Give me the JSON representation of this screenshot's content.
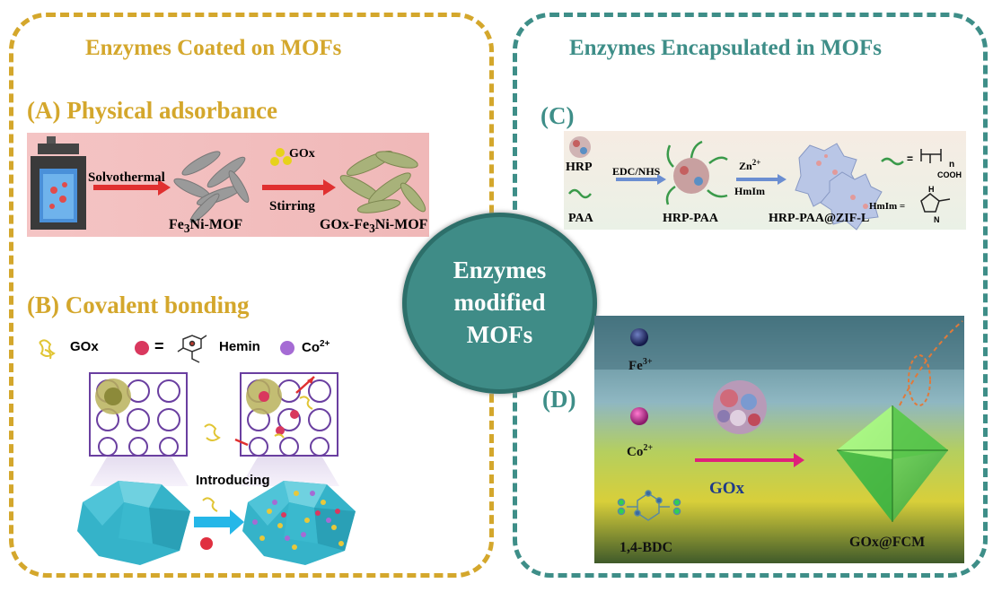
{
  "left_panel": {
    "title": "Enzymes Coated on MOFs",
    "section_a": {
      "title": "(A) Physical adsorbance",
      "step1": "Solvothermal",
      "product1": "Fe",
      "product1_sub": "3",
      "product1_suffix": "Ni-MOF",
      "reagent": "GOx",
      "step2": "Stirring",
      "product2": "GOx-Fe",
      "product2_sub": "3",
      "product2_suffix": "Ni-MOF"
    },
    "section_b": {
      "title": "(B) Covalent bonding",
      "legend_gox": "GOx",
      "legend_equals": "=",
      "legend_hemin": "Hemin",
      "legend_co": "Co",
      "legend_co_sup": "2+",
      "step": "Introducing"
    }
  },
  "center": {
    "line1": "Enzymes",
    "line2": "modified",
    "line3": "MOFs"
  },
  "right_panel": {
    "title": "Enzymes Encapsulated in MOFs",
    "section_c": {
      "label": "(C)",
      "hrp": "HRP",
      "paa": "PAA",
      "reagent1": "EDC/NHS",
      "product1": "HRP-PAA",
      "reagent2": "Zn",
      "reagent2_sup": "2+",
      "reagent3": "HmIm",
      "product2": "HRP-PAA@ZIF-L",
      "legend_eq": "=",
      "legend_n": "n",
      "legend_cooh": "COOH",
      "legend_hmim": "HmIm =",
      "legend_h": "H",
      "legend_n2": "N"
    },
    "section_d": {
      "label": "(D)",
      "fe": "Fe",
      "fe_sup": "3+",
      "co": "Co",
      "co_sup": "2+",
      "gox": "GOx",
      "bdc": "1,4-BDC",
      "product": "GOx@FCM"
    }
  },
  "colors": {
    "left_accent": "#d4a72c",
    "right_accent": "#3e8e88",
    "center_fill": "#3f8c87",
    "arrow_red": "#e03030",
    "arrow_magenta": "#e0207a"
  }
}
